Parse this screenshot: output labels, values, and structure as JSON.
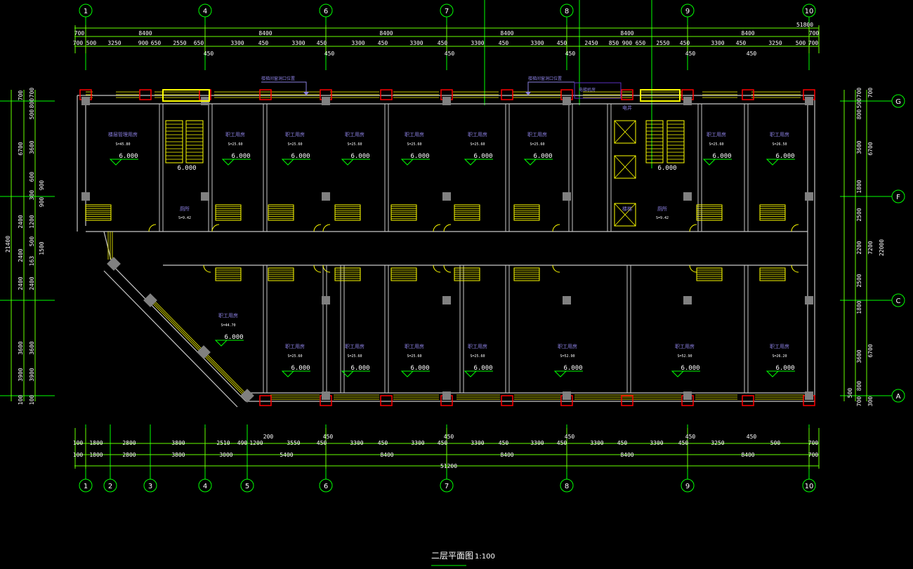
{
  "drawing": {
    "title": "二层平面图",
    "scale": "1:100",
    "colors": {
      "background": "#000000",
      "axis": "#00ff00",
      "dimension": "#66ff00",
      "wall": "#c8c8c8",
      "column": "#808080",
      "column_outline": "#ff0000",
      "window": "#ffff00",
      "room_label": "#8a7fe0",
      "annotation": "#5a2fc0"
    }
  },
  "axes": {
    "top": [
      "1",
      "4",
      "6",
      "7",
      "8",
      "9",
      "10"
    ],
    "bottom": [
      "1",
      "2",
      "3",
      "4",
      "5",
      "6",
      "7",
      "8",
      "9",
      "10"
    ],
    "right": [
      "G",
      "F",
      "C",
      "A"
    ]
  },
  "dimensions": {
    "top_total": "51800",
    "top_bays": [
      "700",
      "8400",
      "8400",
      "8400",
      "8400",
      "8400",
      "8400",
      "700"
    ],
    "top_detail": [
      "700",
      "500",
      "3250",
      "900",
      "650",
      "2550",
      "650",
      "3300",
      "450",
      "3300",
      "450",
      "3300",
      "450",
      "3300",
      "450",
      "3300",
      "450",
      "3300",
      "450",
      "2450",
      "850",
      "900",
      "650",
      "2550",
      "450",
      "3300",
      "450",
      "3250",
      "500",
      "700"
    ],
    "top_sub": [
      "450",
      "450",
      "450",
      "450",
      "450",
      "450"
    ],
    "bottom_detail": [
      "100",
      "1800",
      "2800",
      "3800",
      "2510",
      "490",
      "1200",
      "200",
      "3550",
      "450",
      "3300",
      "450",
      "3300",
      "450",
      "3300",
      "450",
      "3300",
      "450",
      "3300",
      "450",
      "3300",
      "450",
      "3250",
      "500",
      "700"
    ],
    "bottom_sup": [
      "450",
      "450",
      "450",
      "450",
      "450"
    ],
    "bottom_bays": [
      "100",
      "1800",
      "2800",
      "3800",
      "3000",
      "5400",
      "8400",
      "8400",
      "8400",
      "8400",
      "700"
    ],
    "bottom_total": "51200",
    "left_outer": "21400",
    "left_mid": [
      "700",
      "6700",
      "2400",
      "2400",
      "2400",
      "3600",
      "3900",
      "100"
    ],
    "left_inner": [
      "700",
      "800",
      "500",
      "3600",
      "600",
      "900",
      "300",
      "900",
      "1200",
      "500",
      "1500",
      "163",
      "2400",
      "3600",
      "3900",
      "100"
    ],
    "right_inner": [
      "700",
      "500",
      "800",
      "3600",
      "1800",
      "2500",
      "2200",
      "2500",
      "1800",
      "3600",
      "800",
      "500",
      "700"
    ],
    "right_mid": [
      "700",
      "6700",
      "7200",
      "6700",
      "300"
    ],
    "right_total": "22000"
  },
  "annotations": {
    "note_left": "楼梯间窗洞口位置",
    "note_right": "楼梯间窗洞口位置",
    "note_box": "电梯机房"
  },
  "rooms": {
    "top": [
      {
        "name": "楼层管理用房",
        "area": "S=45.80",
        "elev": "6.000"
      },
      {
        "name": "职工用房",
        "area": "S=25.60",
        "elev": "6.000"
      },
      {
        "name": "职工用房",
        "area": "S=25.60",
        "elev": "6.000"
      },
      {
        "name": "职工用房",
        "area": "S=25.60",
        "elev": "6.000"
      },
      {
        "name": "职工用房",
        "area": "S=25.60",
        "elev": "6.000"
      },
      {
        "name": "职工用房",
        "area": "S=25.60",
        "elev": "6.000"
      },
      {
        "name": "职工用房",
        "area": "S=25.60",
        "elev": "6.000"
      },
      {
        "name": "职工用房",
        "area": "S=25.60",
        "elev": "6.000"
      },
      {
        "name": "职工用房",
        "area": "S=26.50",
        "elev": "6.000"
      }
    ],
    "bottom": [
      {
        "name": "职工用房",
        "area": "S=44.70",
        "elev": "6.000"
      },
      {
        "name": "职工用房",
        "area": "S=25.60",
        "elev": "6.000"
      },
      {
        "name": "职工用房",
        "area": "S=25.60",
        "elev": "6.000"
      },
      {
        "name": "职工用房",
        "area": "S=25.60",
        "elev": "6.000"
      },
      {
        "name": "职工用房",
        "area": "S=25.60",
        "elev": "6.000"
      },
      {
        "name": "职工用房",
        "area": "S=52.90",
        "elev": "6.000"
      },
      {
        "name": "职工用房",
        "area": "S=52.90",
        "elev": "6.000"
      },
      {
        "name": "职工用房",
        "area": "S=26.20",
        "elev": "6.000"
      }
    ],
    "service": [
      {
        "name": "厕所",
        "area": "S=9.42"
      },
      {
        "name": "厕所",
        "area": "S=9.42"
      },
      {
        "name": "电井",
        "area": ""
      },
      {
        "name": "楼梯",
        "area": ""
      }
    ],
    "stair_elevations": [
      "6.000",
      "6.000"
    ]
  }
}
